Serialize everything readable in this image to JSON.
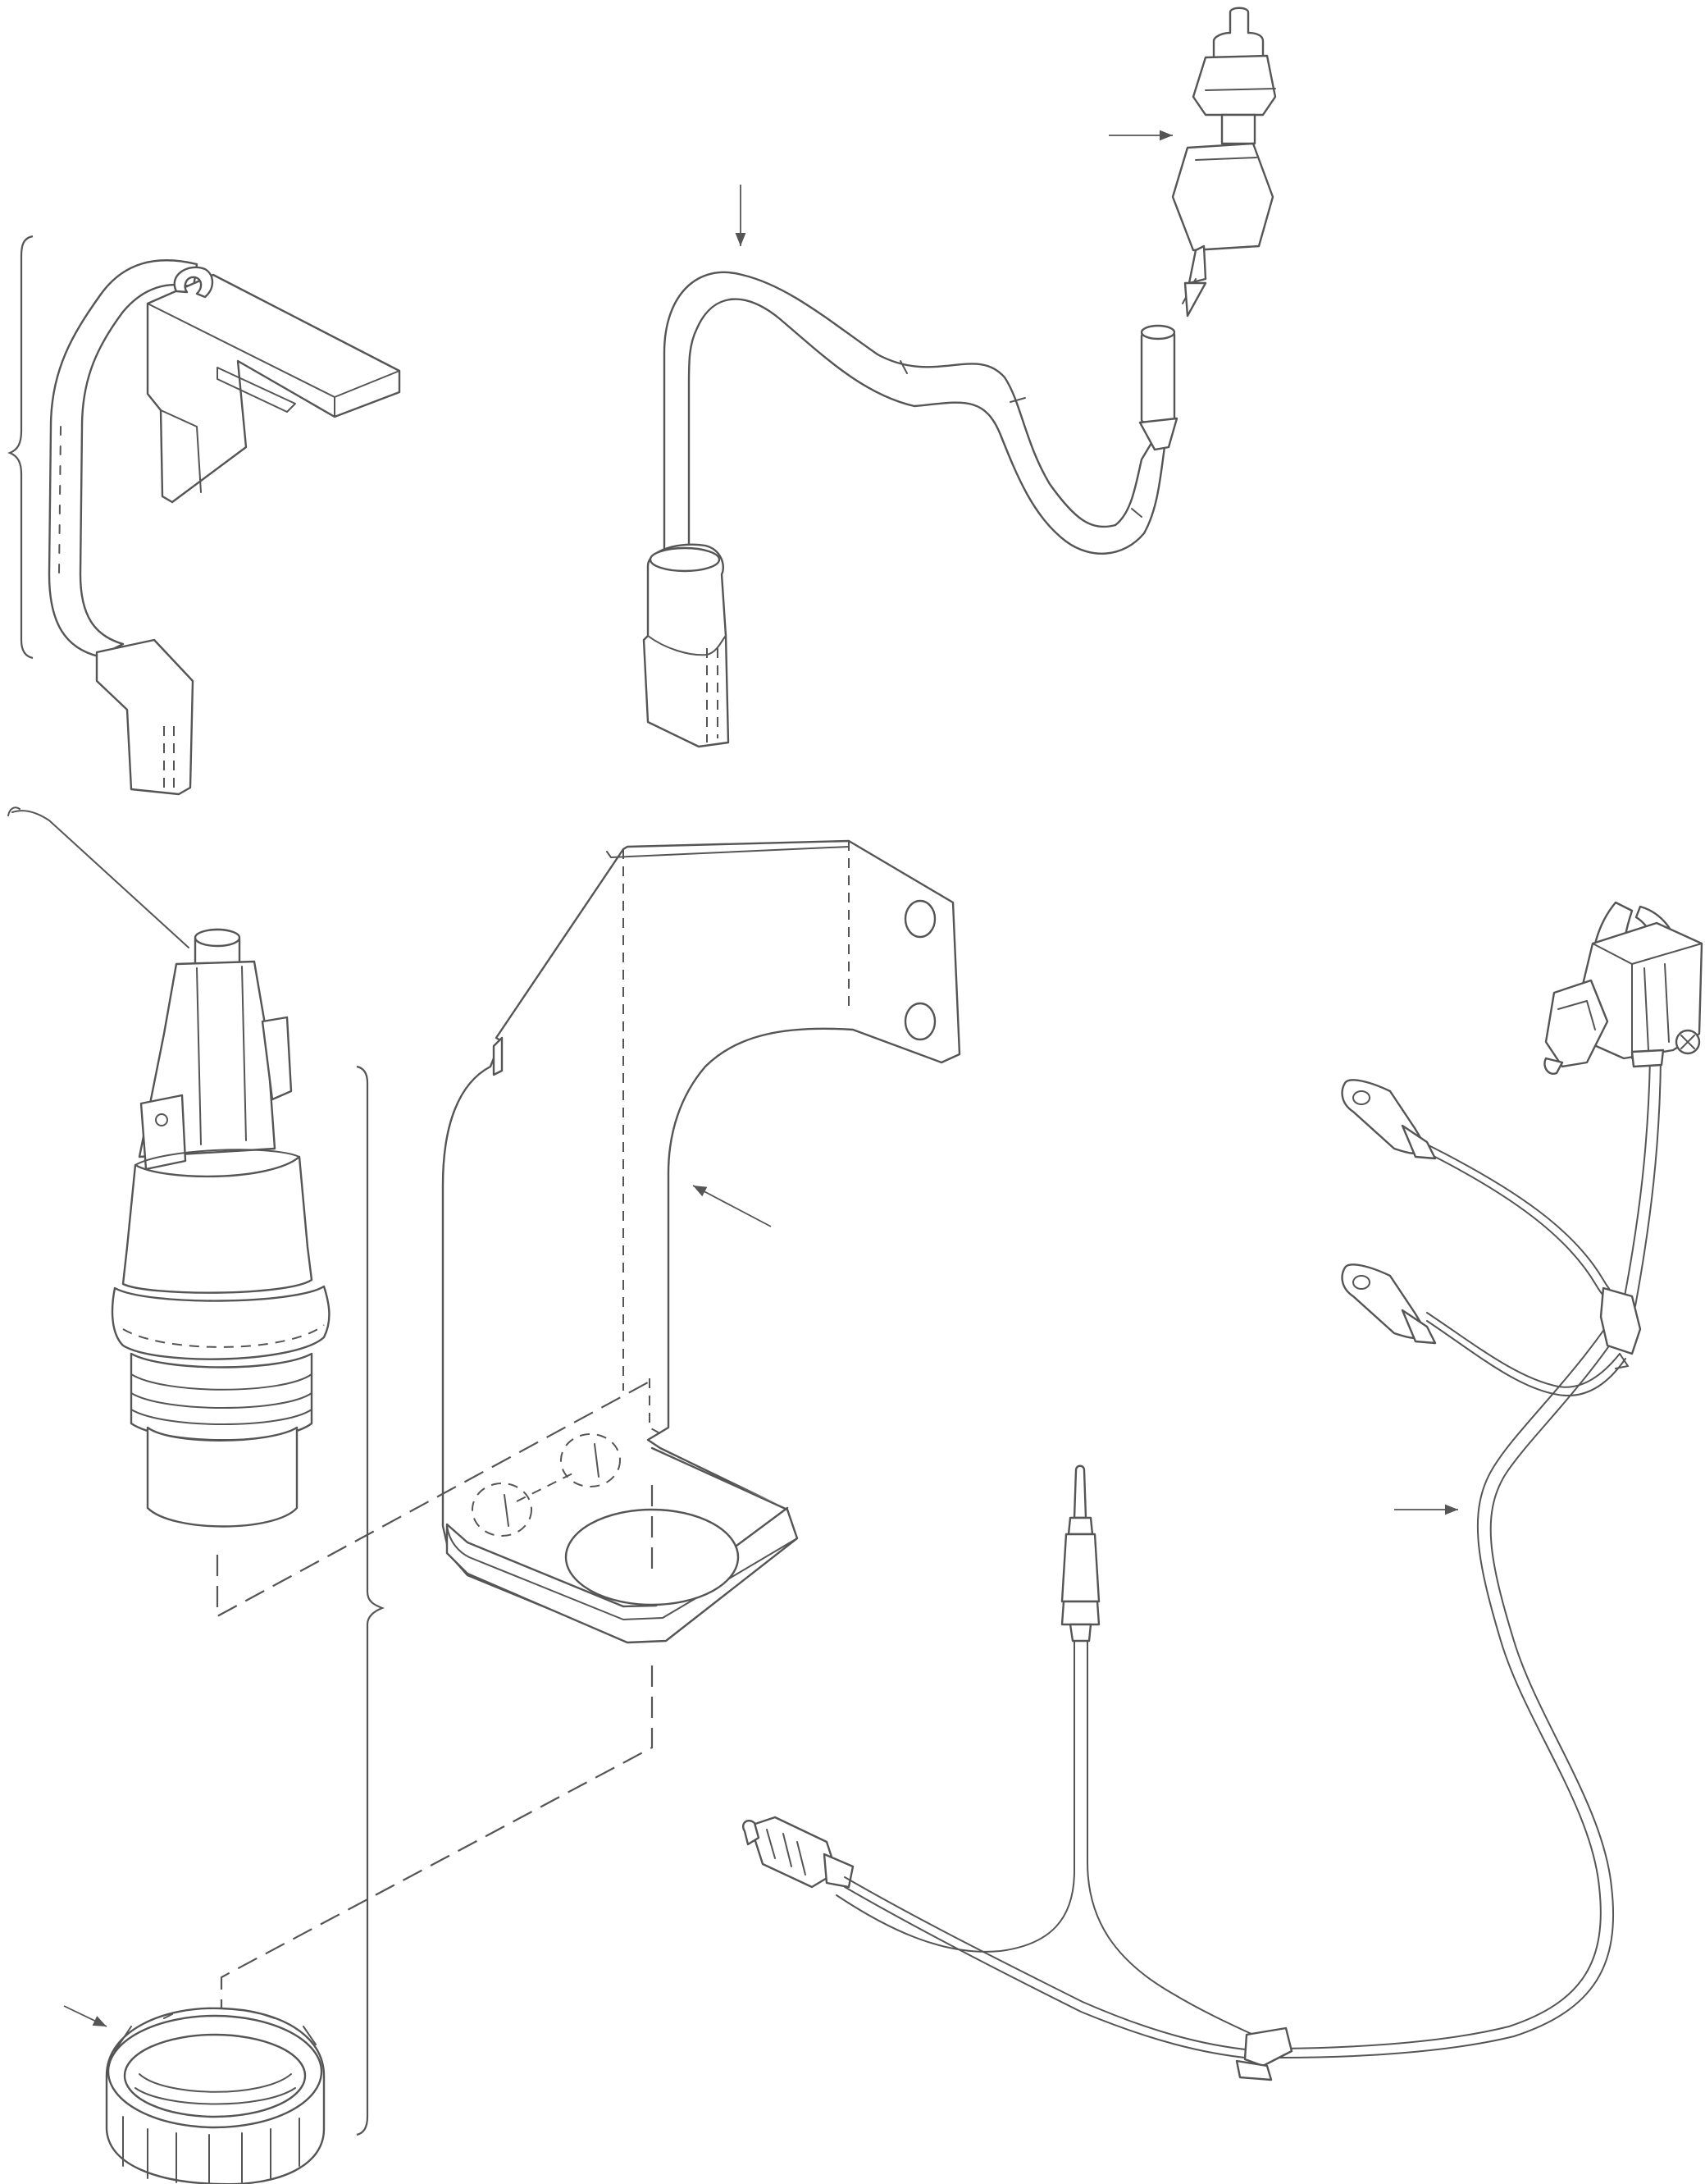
{
  "figure": {
    "line_color": "#555555",
    "background": "#ffffff"
  },
  "parts": [
    {
      "key": "electrode-bracket",
      "icon": "spark-electrode-bracket-icon"
    },
    {
      "key": "ignition-cable",
      "icon": "ignition-cable-icon"
    },
    {
      "key": "electrode-connector",
      "icon": "electrode-connector-icon"
    },
    {
      "key": "piezo-igniter",
      "icon": "piezo-igniter-icon"
    },
    {
      "key": "mounting-bracket",
      "icon": "mounting-bracket-icon"
    },
    {
      "key": "thermocouple-harness",
      "icon": "thermocouple-harness-icon"
    },
    {
      "key": "interrupter-block",
      "icon": "interrupter-block-icon"
    },
    {
      "key": "retaining-nut",
      "icon": "retaining-nut-icon"
    }
  ]
}
